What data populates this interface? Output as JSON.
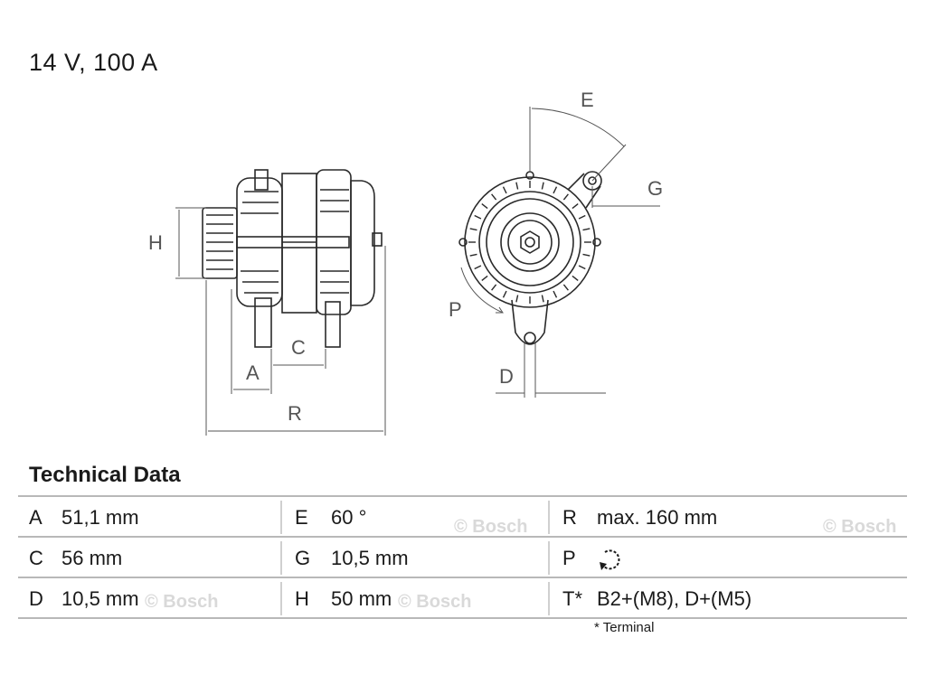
{
  "header": {
    "title": "14 V, 100 A"
  },
  "diagram": {
    "labels": {
      "E": "E",
      "G": "G",
      "H": "H",
      "P": "P",
      "C": "C",
      "A": "A",
      "R": "R",
      "D": "D"
    }
  },
  "technical_data": {
    "title": "Technical Data",
    "rows": [
      [
        {
          "key": "A",
          "value": "51,1 mm"
        },
        {
          "key": "E",
          "value": "60 °"
        },
        {
          "key": "R",
          "value": "max. 160 mm"
        }
      ],
      [
        {
          "key": "C",
          "value": "56 mm"
        },
        {
          "key": "G",
          "value": "10,5 mm"
        },
        {
          "key": "P",
          "value": "",
          "icon": "rotation-direction-icon"
        }
      ],
      [
        {
          "key": "D",
          "value": "10,5 mm"
        },
        {
          "key": "H",
          "value": "50 mm"
        },
        {
          "key": "T*",
          "value": "B2+(M8), D+(M5)"
        }
      ]
    ],
    "footnote": "* Terminal"
  },
  "watermark": {
    "text": "© Bosch"
  },
  "colors": {
    "line": "#2a2a2a",
    "dim": "#555555",
    "rule": "#b8b8b8"
  }
}
